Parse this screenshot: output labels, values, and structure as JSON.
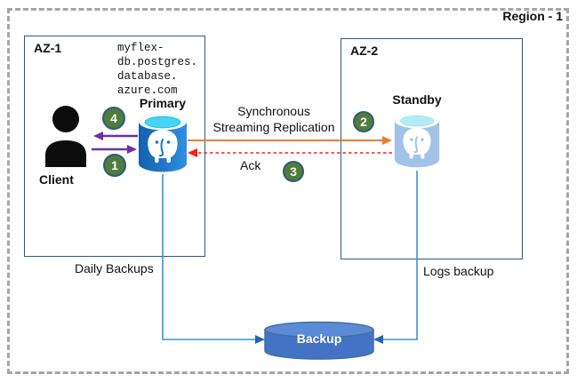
{
  "region": {
    "label": "Region - 1"
  },
  "az1": {
    "label": "AZ-1",
    "server_domain_lines": [
      "myflex-",
      "db.postgres.",
      "database.",
      "azure.com"
    ],
    "client_label": "Client",
    "primary_label": "Primary"
  },
  "az2": {
    "label": "AZ-2",
    "standby_label": "Standby"
  },
  "flows": {
    "replication_line1": "Synchronous",
    "replication_line2": "Streaming Replication",
    "ack_label": "Ack",
    "daily_backups_label": "Daily Backups",
    "logs_backup_label": "Logs backup"
  },
  "steps": [
    "1",
    "2",
    "3",
    "4"
  ],
  "backup": {
    "label": "Backup"
  },
  "colors": {
    "client_primary_arrow": "#7030A0",
    "replication_arrow": "#ED7D31",
    "ack_arrow": "#FF1A1A",
    "backup_connector_line": "#3D93D2",
    "backup_connector_head": "#2565AE",
    "step_badge_fill": "#4F7D3A",
    "step_badge_border": "#2E5A7D",
    "az_border": "#2D5986",
    "region_border": "#A6A6A6",
    "primary_db_blue": "#1F72C8",
    "db_top_cyan": "#45D5F2",
    "backup_cylinder_fill": "#4472C4"
  }
}
